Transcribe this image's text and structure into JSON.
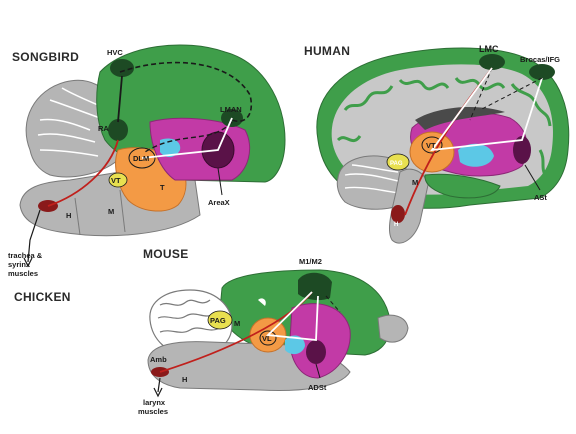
{
  "headings": {
    "songbird": "SONGBIRD",
    "human": "HUMAN",
    "mouse": "MOUSE",
    "chicken": "CHICKEN"
  },
  "songbird_labels": {
    "hvc": "HVC",
    "ra": "RA",
    "lman": "LMAN",
    "dlm": "DLM",
    "t": "T",
    "vt": "VT",
    "area_x": "AreaX",
    "h": "H",
    "m": "M",
    "trachea": "trachea &",
    "syrinx": "syrinx",
    "muscles": "muscles"
  },
  "human_labels": {
    "lmc": "LMC",
    "broca": "Brocas/IFG",
    "asi": "ASt",
    "pag": "PAG",
    "vt": "VT",
    "m": "M",
    "h": "H"
  },
  "mouse_labels": {
    "m1m2": "M1/M2",
    "adst": "ADSt",
    "pag": "PAG",
    "amb": "Amb",
    "vl": "VL",
    "m": "M",
    "h": "H",
    "larynx": "larynx",
    "muscles": "muscles"
  },
  "colors": {
    "pallium_green": "#3f9e4a",
    "nucleus_dark": "#1d4a24",
    "striatum_magenta": "#c23aa6",
    "thalamus_orange": "#f39a45",
    "midbrain_yellow": "#e8e050",
    "brainstem_red": "#8a1a1a",
    "hindbrain_gray": "#b5b5b5",
    "ventricle_blue": "#5cc8e6"
  }
}
